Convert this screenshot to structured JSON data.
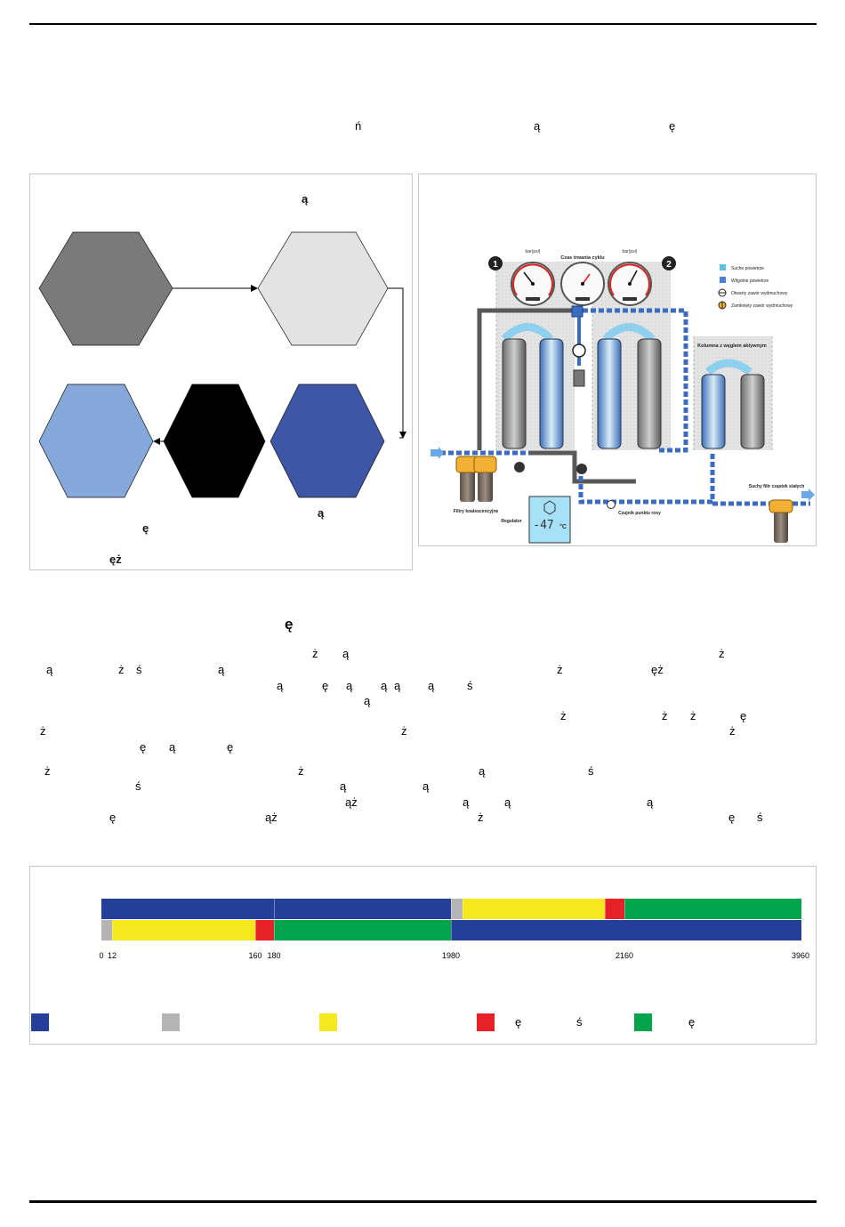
{
  "intro_glyphs": [
    "ń",
    "ą",
    "ę"
  ],
  "flow_panel": {
    "title_glyph": "ą",
    "hex_colors": [
      "#7a7a7a",
      "#e3e3e3",
      "#85a7d9",
      "#000000",
      "#3d56a6"
    ],
    "caption_glyphs": [
      "ą",
      "ę",
      "ęż"
    ]
  },
  "dryer_diagram": {
    "gauge_left_label": "bar(psi)",
    "gauge_center_label": "Czas trwania cyklu",
    "gauge_right_label": "bar(psi)",
    "badge_1": "1",
    "badge_2": "2",
    "legend": [
      {
        "label": "Suche powietrze",
        "color": "#5bc0eb"
      },
      {
        "label": "Wilgotne powietrze",
        "color": "#4a7fd6"
      },
      {
        "label": "Otwarty zawór wydmuchowy",
        "icon": "valve-open-icon"
      },
      {
        "label": "Zamknięty zawór wydmuchowy",
        "icon": "valve-closed-icon"
      }
    ],
    "carbon_column_label": "Kolumna z węglem aktywnym",
    "filters_label": "Filtry koalescencyjne",
    "regulator_label": "Regulator",
    "dewpoint_sensor_label": "Czujnik punktu rosy",
    "dry_filter_label": "Suchy filtr cząstek stałych",
    "display_value": "-47",
    "display_unit": "°C",
    "colors": {
      "dry": "#5bc0eb",
      "wet": "#3b6cc4",
      "pipe": "#595959",
      "filter": "#f2b134"
    }
  },
  "section_heading_glyph": "ę",
  "body_text_glyphs": [
    "ż",
    "ą",
    "ż",
    "ą",
    "ż",
    "ś",
    "ą",
    "ż",
    "ęż",
    "ą",
    "ę",
    "ą",
    "ą",
    "ą",
    "ą",
    "ś",
    "ą",
    "ż",
    "ż",
    "ż",
    "ę",
    "ż",
    "ż",
    "ż",
    "ę",
    "ą",
    "ę",
    "ż",
    "ż",
    "ą",
    "ś",
    "ś",
    "ą",
    "ą",
    "ąż",
    "ą",
    "ą",
    "ą",
    "ę",
    "ąż",
    "ż",
    "ę",
    "ś"
  ],
  "cycle_chart": {
    "axis_ticks": [
      "0",
      "12",
      "160",
      "180",
      "1980",
      "2160",
      "3960"
    ],
    "colors": {
      "blue": "#233f99",
      "gray": "#b4b4b4",
      "yellow": "#f5e81c",
      "red": "#e72227",
      "green": "#00a44a"
    },
    "top_row": [
      {
        "from": 0,
        "to": 180,
        "color": "blue"
      },
      {
        "from": 180,
        "to": 1980,
        "color": "blue"
      },
      {
        "from": 1980,
        "to": 1992,
        "color": "gray"
      },
      {
        "from": 1992,
        "to": 2140,
        "color": "yellow"
      },
      {
        "from": 2140,
        "to": 2160,
        "color": "red"
      },
      {
        "from": 2160,
        "to": 3960,
        "color": "green"
      }
    ],
    "bottom_row": [
      {
        "from": 0,
        "to": 12,
        "color": "gray"
      },
      {
        "from": 12,
        "to": 160,
        "color": "yellow"
      },
      {
        "from": 160,
        "to": 180,
        "color": "red"
      },
      {
        "from": 180,
        "to": 1980,
        "color": "green"
      },
      {
        "from": 1980,
        "to": 3960,
        "color": "blue"
      }
    ],
    "legend_glyphs": [
      "ę",
      "ś",
      "ę"
    ]
  }
}
